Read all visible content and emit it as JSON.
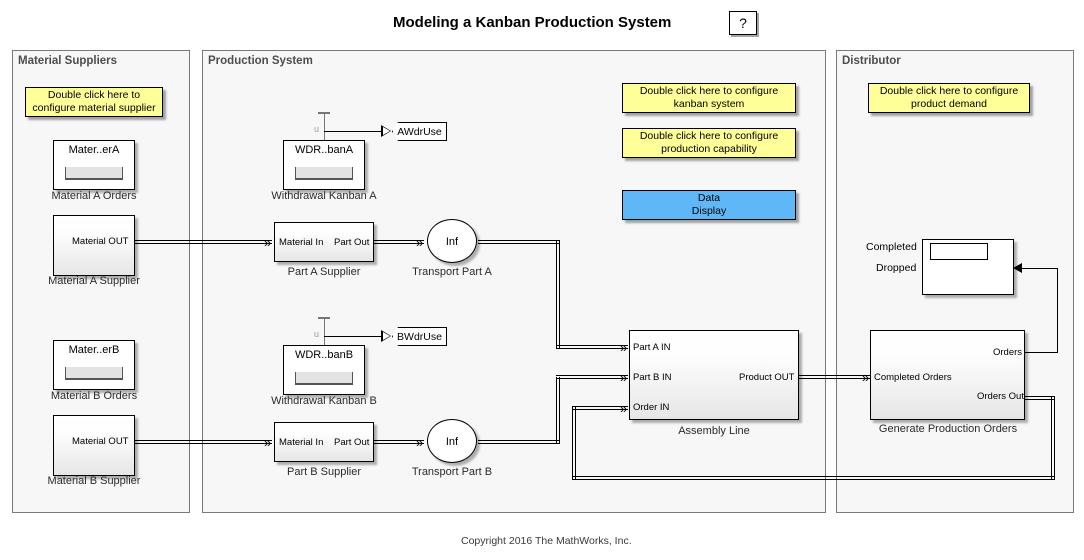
{
  "header": {
    "title": "Modeling a Kanban Production System",
    "help_label": "?"
  },
  "panels": {
    "suppliers": {
      "title": "Material Suppliers"
    },
    "production": {
      "title": "Production System"
    },
    "distributor": {
      "title": "Distributor"
    }
  },
  "notes": {
    "material_supplier": "Double click here to\nconfigure material supplier",
    "kanban_system": "Double click here to configure\nkanban system",
    "production_capability": "Double click here to configure\nproduction capability",
    "data_display": "Data\nDisplay",
    "product_demand": "Double click here to configure\nproduct demand"
  },
  "blocks": {
    "material_a_orders": {
      "inner_title": "Mater..erA",
      "caption": "Material A Orders"
    },
    "material_a_supplier": {
      "port_out": "Material OUT",
      "caption": "Material A Supplier"
    },
    "material_b_orders": {
      "inner_title": "Mater..erB",
      "caption": "Material B Orders"
    },
    "material_b_supplier": {
      "port_out": "Material OUT",
      "caption": "Material B Supplier"
    },
    "withdrawal_kanban_a": {
      "inner_title": "WDR..banA",
      "caption": "Withdrawal Kanban A",
      "input_label": "u"
    },
    "withdrawal_kanban_b": {
      "inner_title": "WDR..banB",
      "caption": "Withdrawal Kanban B",
      "input_label": "u"
    },
    "part_a_supplier": {
      "port_in": "Material In",
      "port_out": "Part Out",
      "caption": "Part A Supplier"
    },
    "part_b_supplier": {
      "port_in": "Material In",
      "port_out": "Part Out",
      "caption": "Part B Supplier"
    },
    "transport_part_a": {
      "center": "Inf",
      "caption": "Transport Part A"
    },
    "transport_part_b": {
      "center": "Inf",
      "caption": "Transport Part B"
    },
    "assembly_line": {
      "port_in_1": "Part A IN",
      "port_in_2": "Part B IN",
      "port_in_3": "Order IN",
      "port_out": "Product OUT",
      "caption": "Assembly Line"
    },
    "generate_production_orders": {
      "port_in": "Completed Orders",
      "port_out_1": "Orders",
      "port_out_2": "Orders Out",
      "caption": "Generate Production Orders"
    },
    "order_status_scope": {
      "label_1": "Completed",
      "label_2": "Dropped"
    }
  },
  "goto_tags": {
    "a_wdr_use": "AWdrUse",
    "b_wdr_use": "BWdrUse"
  },
  "footer": {
    "copyright": "Copyright 2016 The MathWorks, Inc."
  },
  "colors": {
    "note_yellow": "#ffff99",
    "note_blue": "#5fb7f7",
    "panel_bg": "#f7f7f7",
    "panel_border": "#7a7a7a",
    "block_border": "#000000"
  }
}
